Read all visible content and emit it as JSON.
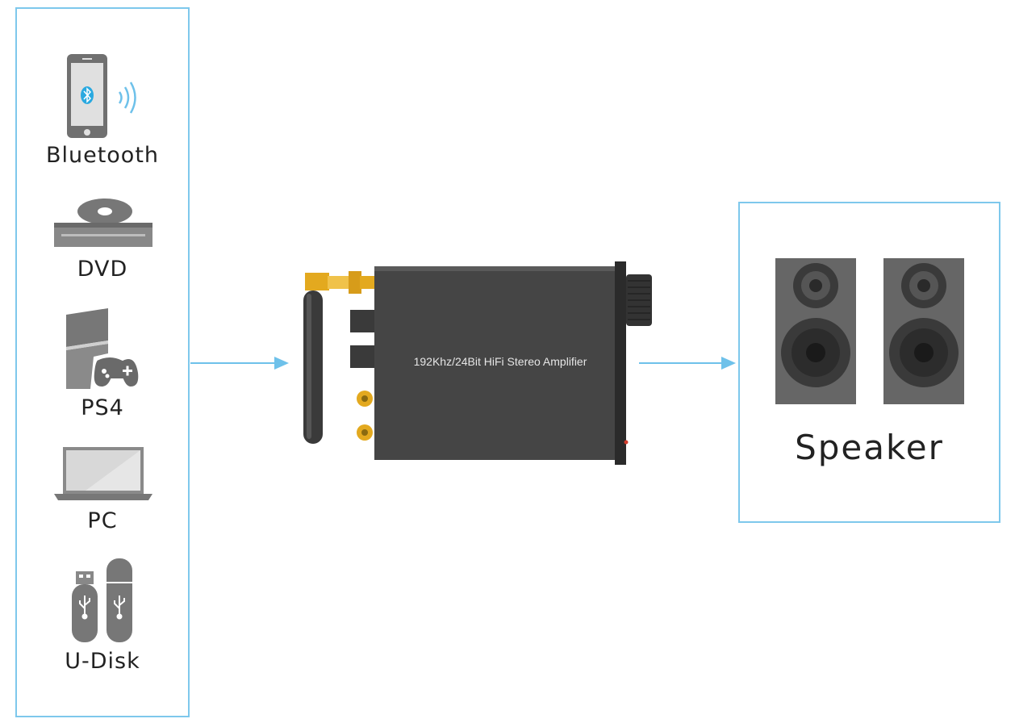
{
  "sources": [
    {
      "label": "Bluetooth",
      "icon": "phone-bluetooth-icon"
    },
    {
      "label": "DVD",
      "icon": "dvd-player-icon"
    },
    {
      "label": "PS4",
      "icon": "game-console-icon"
    },
    {
      "label": "PC",
      "icon": "laptop-icon"
    },
    {
      "label": "U-Disk",
      "icon": "usb-drive-icon"
    }
  ],
  "device": {
    "label": "192Khz/24Bit HiFi Stereo Amplifier",
    "icon": "amplifier-icon"
  },
  "output": {
    "label": "Speaker",
    "icon": "speakers-icon"
  },
  "colors": {
    "frame": "#7ec8ec",
    "arrow": "#6ec1ea",
    "device": "#454545",
    "gold": "#e3a91f"
  }
}
